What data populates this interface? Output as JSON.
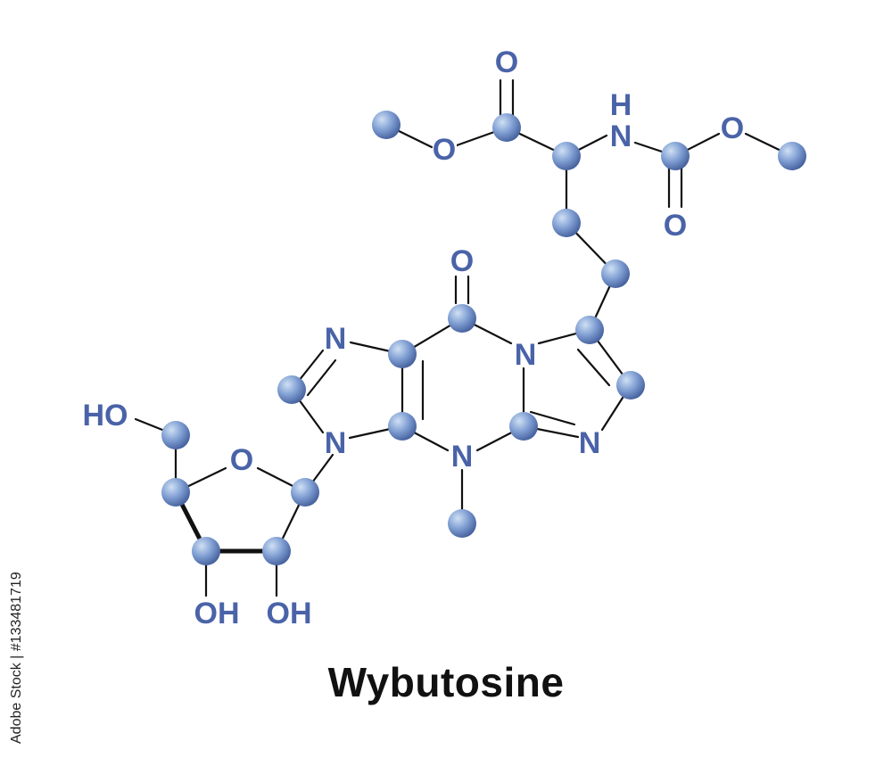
{
  "title": "Wybutosine",
  "credit": "Adobe Stock | #133481719",
  "colors": {
    "label": "#4a63a8",
    "bond": "#111111",
    "atom_light": "#cfe0f4",
    "atom_mid": "#7f9ed2",
    "atom_dark": "#3f5a98"
  },
  "labels": {
    "o_top": "O",
    "o_ester": "O",
    "h_amine": "H",
    "n_amine": "N",
    "o_carbamate": "O",
    "o_carbonyl_lower": "O",
    "o_ring_carbonyl": "O",
    "n_imidazole_top": "N",
    "n_ring_right": "N",
    "n_imidazole_right": "N",
    "n_glycosidic": "N",
    "n_methyl": "N",
    "ho_sugar": "HO",
    "o_sugar_ring": "O",
    "oh_left": "OH",
    "oh_right": "OH"
  }
}
